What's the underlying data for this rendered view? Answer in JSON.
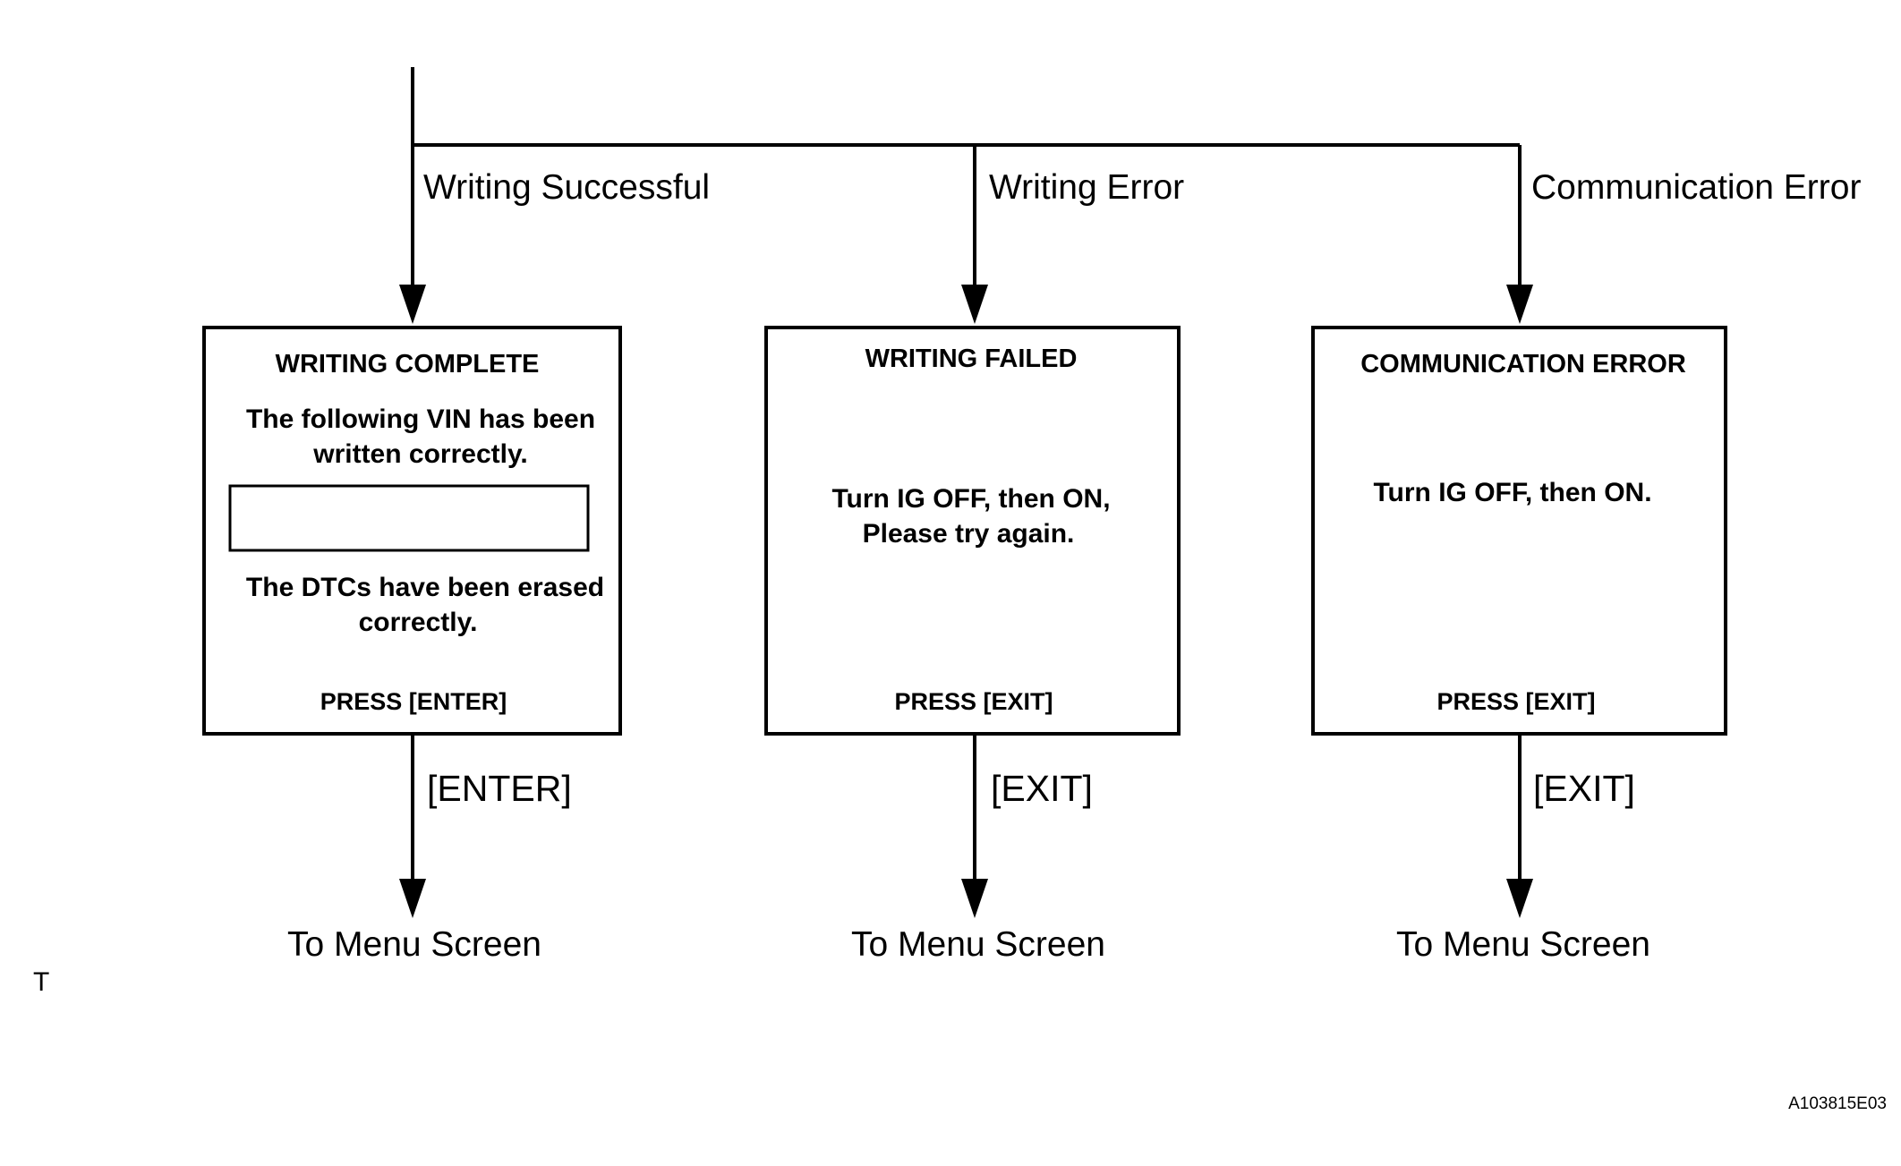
{
  "branches": [
    {
      "condition": "Writing Successful",
      "screen": {
        "title": "WRITING COMPLETE",
        "lines_top": [
          "The following VIN has been",
          "written correctly."
        ],
        "lines_bottom": [
          "The DTCs have been erased",
          "correctly."
        ],
        "prompt": "PRESS [ENTER]"
      },
      "key": "[ENTER]",
      "destination": "To Menu Screen"
    },
    {
      "condition": "Writing Error",
      "screen": {
        "title": "WRITING  FAILED",
        "lines": [
          "Turn IG OFF, then ON,",
          "Please try again."
        ],
        "prompt": "PRESS [EXIT]"
      },
      "key": "[EXIT]",
      "destination": "To Menu Screen"
    },
    {
      "condition": "Communication Error",
      "screen": {
        "title": "COMMUNICATION ERROR",
        "lines": [
          "Turn IG OFF, then ON."
        ],
        "prompt": "PRESS [EXIT]"
      },
      "key": "[EXIT]",
      "destination": "To Menu Screen"
    }
  ],
  "corner_mark": "T",
  "figure_id": "A103815E03"
}
